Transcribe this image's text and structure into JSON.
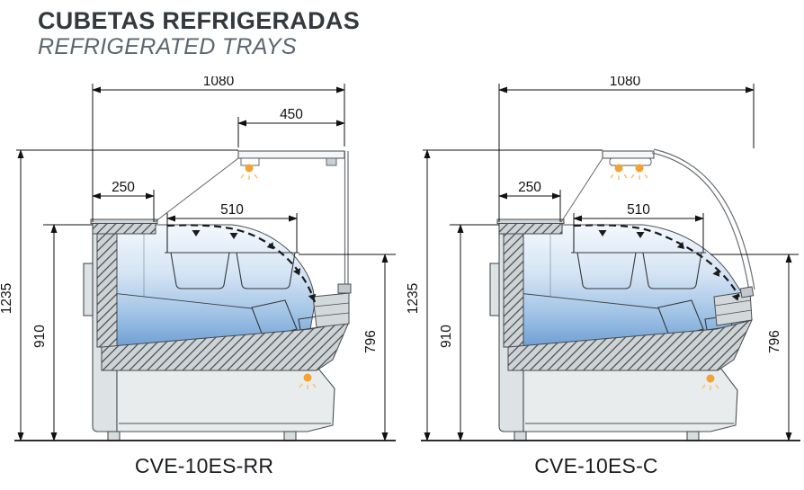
{
  "header": {
    "title": "CUBETAS REFRIGERADAS",
    "subtitle": "REFRIGERATED TRAYS"
  },
  "diagrams": [
    {
      "model": "CVE-10ES-RR",
      "glass_type": "straight",
      "dims": {
        "total_width": "1080",
        "canopy_width": "450",
        "rear_counter_depth": "250",
        "tray_width": "510",
        "total_height": "1235",
        "counter_height": "910",
        "front_height": "796"
      }
    },
    {
      "model": "CVE-10ES-C",
      "glass_type": "curved",
      "dims": {
        "total_width": "1080",
        "rear_counter_depth": "250",
        "tray_width": "510",
        "total_height": "1235",
        "counter_height": "910",
        "front_height": "796"
      }
    }
  ],
  "colors": {
    "accent_orange": "#F6A230",
    "interior_blue_bottom": "#6f9fd4",
    "hatch_gray": "#ced3d6",
    "line": "#3c4043"
  }
}
